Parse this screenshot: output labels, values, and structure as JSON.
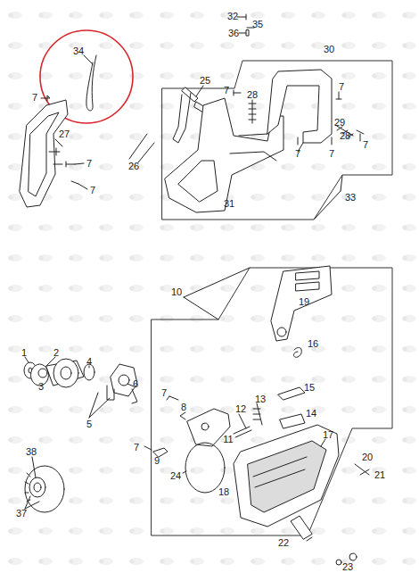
{
  "diagram": {
    "labels": [
      "32",
      "35",
      "36",
      "34",
      "30",
      "25",
      "7",
      "7",
      "28",
      "7",
      "29",
      "28",
      "27",
      "26",
      "7",
      "7",
      "7",
      "7",
      "7",
      "31",
      "33",
      "10",
      "19",
      "16",
      "1",
      "2",
      "4",
      "6",
      "3",
      "5",
      "7",
      "8",
      "15",
      "13",
      "12",
      "14",
      "17",
      "11",
      "7",
      "9",
      "24",
      "18",
      "38",
      "20",
      "21",
      "37",
      "22",
      "23"
    ]
  }
}
